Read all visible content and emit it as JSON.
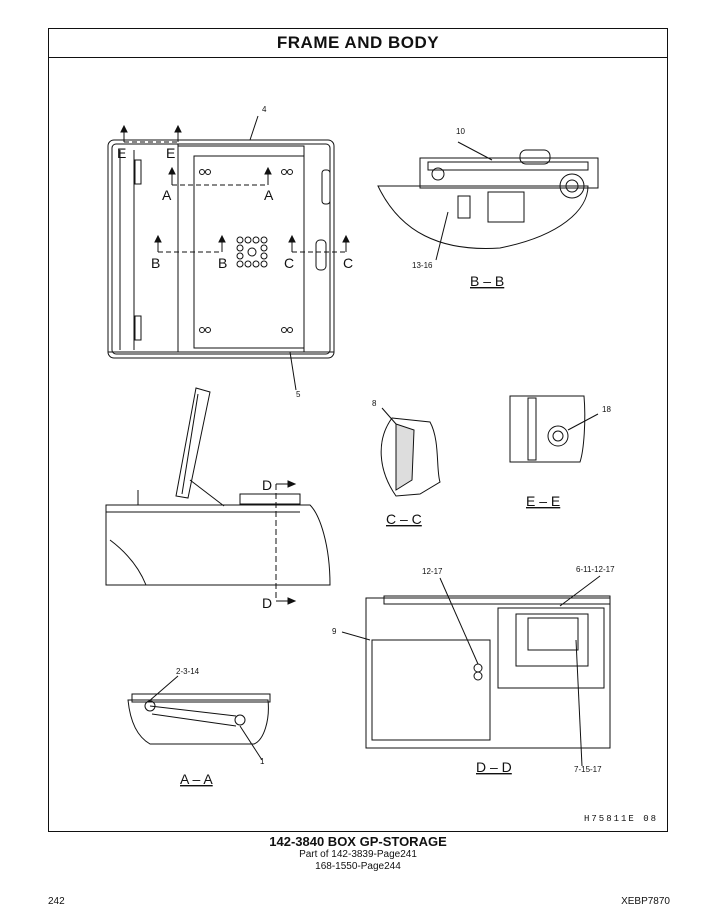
{
  "header": {
    "title": "FRAME AND BODY"
  },
  "views": {
    "section_bb": "B – B",
    "section_cc": "C – C",
    "section_ee": "E – E",
    "section_aa": "A – A",
    "section_dd": "D – D"
  },
  "callouts": {
    "c4": "4",
    "c5": "5",
    "c10": "10",
    "c13_16": "13-16",
    "c8": "8",
    "c18": "18",
    "c12_17": "12-17",
    "c6_11_12_17": "6-11-12-17",
    "c9": "9",
    "c2_3_14": "2-3-14",
    "c1": "1",
    "c7_15_17": "7-15-17"
  },
  "section_letters": {
    "a": "A",
    "b": "B",
    "c": "C",
    "d": "D",
    "e": "E"
  },
  "drawing_code": "H75811E   08",
  "footer": {
    "part": "142-3840  BOX GP-STORAGE",
    "line1": "Part of 142-3839-Page241",
    "line2": "168-1550-Page244"
  },
  "page_number": "242",
  "doc_code": "XEBP7870"
}
